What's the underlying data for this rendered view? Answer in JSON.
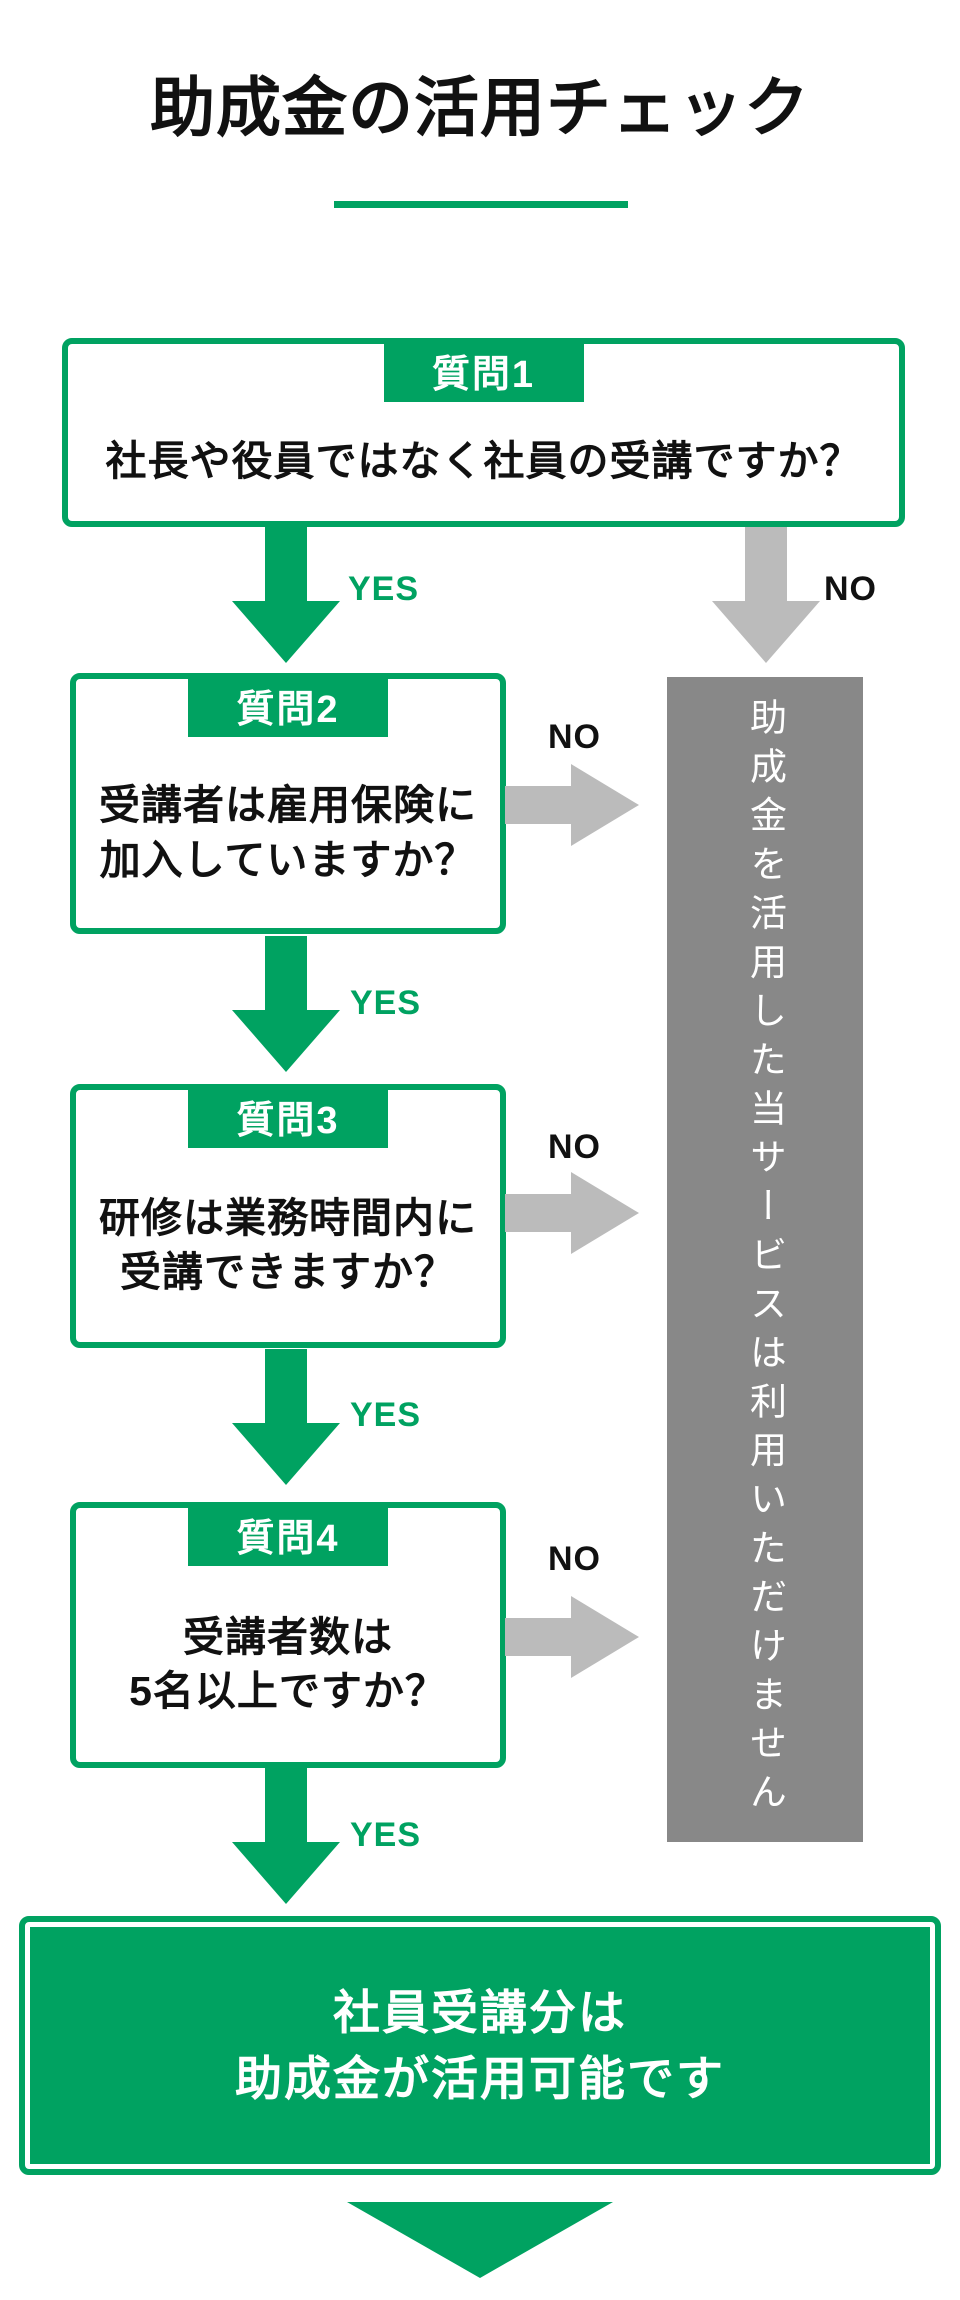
{
  "title": {
    "text": "助成金の活用チェック"
  },
  "labels": {
    "yes": "YES",
    "no": "NO"
  },
  "questions": [
    {
      "tag": "質問1",
      "lines": [
        "社長や役員ではなく社員の受講ですか？",
        ""
      ]
    },
    {
      "tag": "質問2",
      "lines": [
        "受講者は雇用保険に",
        "加入していますか？"
      ]
    },
    {
      "tag": "質問3",
      "lines": [
        "研修は業務時間内に",
        "受講できますか？"
      ]
    },
    {
      "tag": "質問4",
      "lines": [
        "受講者数は",
        "5名以上ですか？"
      ]
    }
  ],
  "fail_box": {
    "text": "助成金を活用した当サービスは利用いただけません"
  },
  "success_box": {
    "lines": [
      "社員受講分は",
      "助成金が活用可能です"
    ]
  },
  "colors": {
    "green": "#00a261",
    "gray_box": "#888888",
    "gray_arrow": "#bbbbbb",
    "text_black": "#111111",
    "white": "#ffffff"
  }
}
